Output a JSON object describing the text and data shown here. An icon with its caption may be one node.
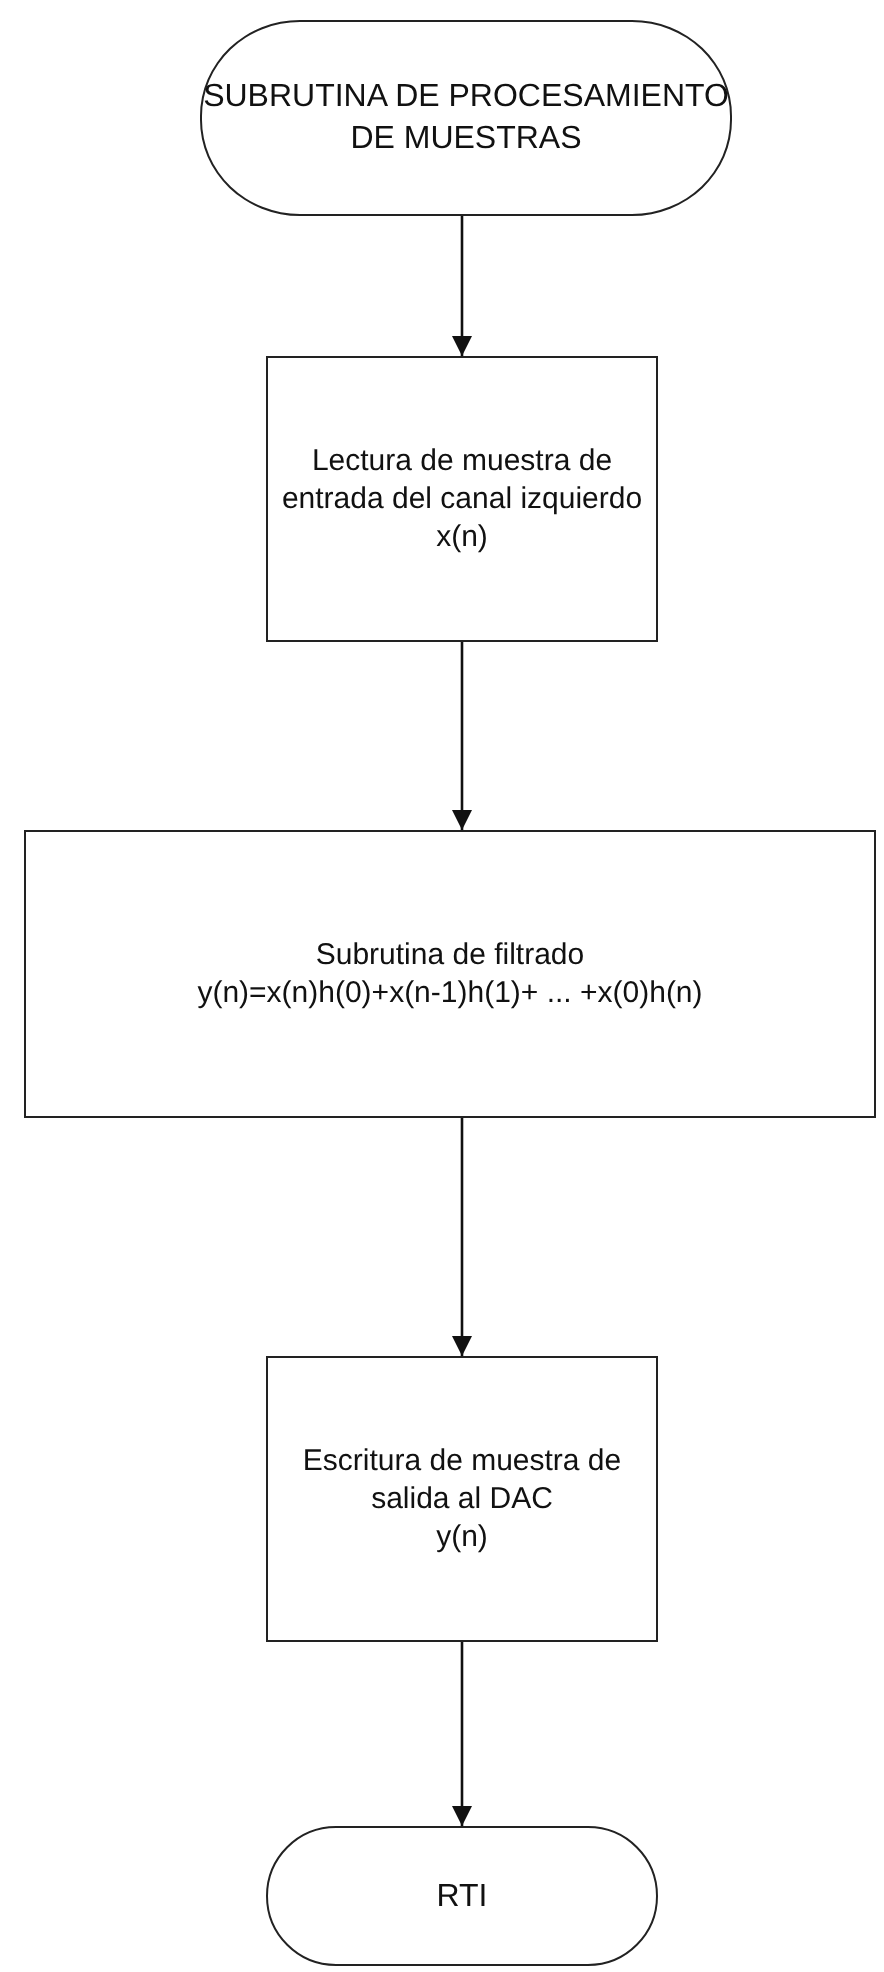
{
  "diagram": {
    "nodes": [
      {
        "text": [
          "SUBRUTINA DE PROCESAMIENTO DE MUESTRAS"
        ]
      },
      {
        "text": [
          "Lectura de muestra de entrada del canal izquierdo",
          "x(n)"
        ]
      },
      {
        "text": [
          "Subrutina de filtrado",
          "y(n)=x(n)h(0)+x(n-1)h(1)+ ... +x(0)h(n)"
        ]
      },
      {
        "text": [
          "Escritura de muestra de salida al DAC",
          "y(n)"
        ]
      },
      {
        "text": [
          "RTI"
        ]
      }
    ],
    "edges": [
      {
        "from": 0,
        "to": 1,
        "arrow": "to"
      },
      {
        "from": 1,
        "to": 2,
        "arrow": "to"
      },
      {
        "from": 2,
        "to": 3,
        "arrow": "to"
      },
      {
        "from": 3,
        "to": 4,
        "arrow": "to"
      }
    ]
  }
}
